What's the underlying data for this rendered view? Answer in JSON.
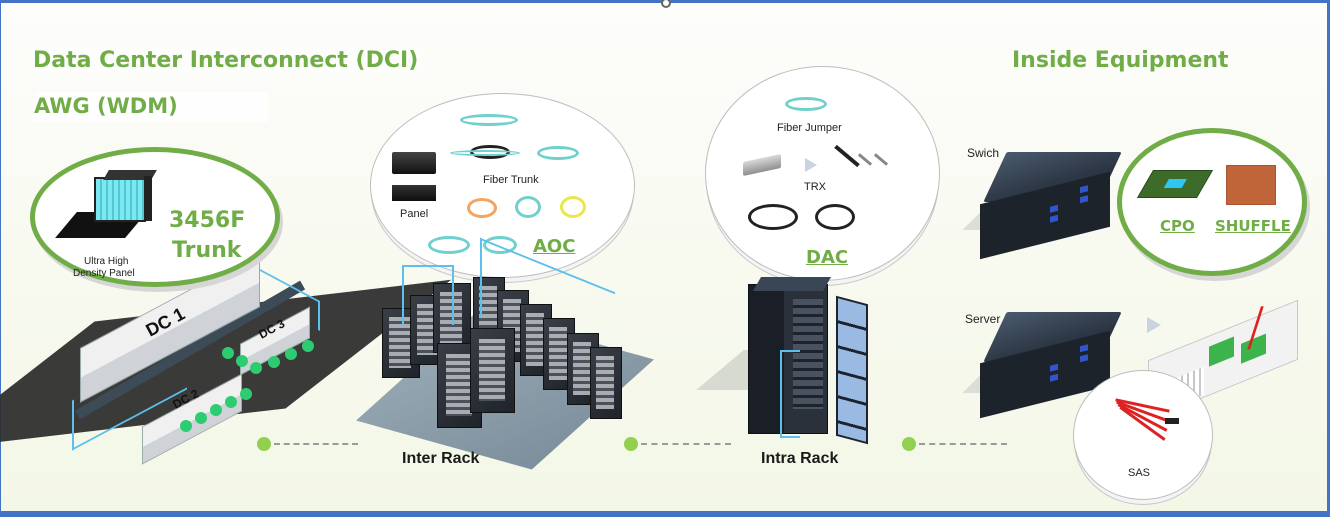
{
  "titles": {
    "dci": "Data Center Interconnect (DCI)",
    "awg": "AWG (WDM)",
    "inside": "Inside Equipment"
  },
  "dci_bubble": {
    "panel_label_line1": "Ultra High",
    "panel_label_line2": "Density Panel",
    "trunk_line1": "3456F",
    "trunk_line2": "Trunk"
  },
  "dc_buildings": [
    "DC 1",
    "DC 2",
    "DC 3"
  ],
  "inter_rack_bubble": {
    "fiber_trunk": "Fiber Trunk",
    "panel": "Panel",
    "aoc": "AOC"
  },
  "intra_rack_bubble": {
    "fiber_jumper": "Fiber Jumper",
    "trx": "TRX",
    "dac": "DAC"
  },
  "inside_equipment": {
    "switch_label": "Swich",
    "cpo": "CPO",
    "shuffle": "SHUFFLE",
    "server_label": "Server",
    "sas": "SAS"
  },
  "stages": {
    "inter_rack": "Inter Rack",
    "intra_rack": "Intra Rack"
  },
  "colors": {
    "accent_green": "#70ad47",
    "dot_green": "#92d050",
    "frame_blue": "#4472c4",
    "cable_blue": "#5bc0eb"
  }
}
